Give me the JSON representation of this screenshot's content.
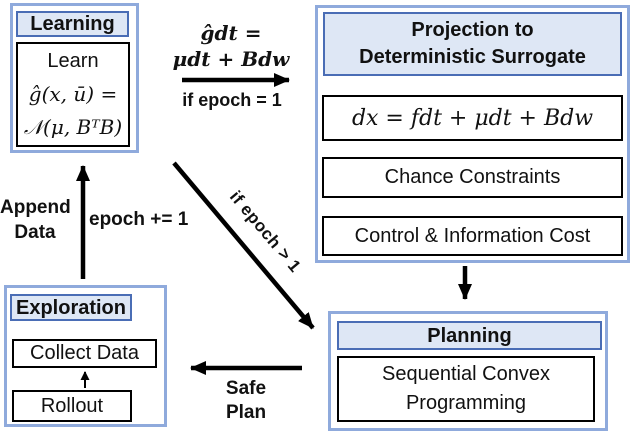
{
  "colors": {
    "outer_border": "#8FAADC",
    "header_fill": "#DEE7F5",
    "header_border": "#4A6DB5",
    "line_black": "#000000",
    "text": "#111111"
  },
  "learning": {
    "title": "Learning",
    "line1": "Learn",
    "line2": "ĝ(x, ū) =",
    "line3": "𝒩(μ, BᵀB)"
  },
  "projection": {
    "title_line1": "Projection to",
    "title_line2": "Deterministic Surrogate",
    "items": [
      "dx = fdt + μdt + Bdw",
      "Chance Constraints",
      "Control & Information Cost"
    ]
  },
  "planning": {
    "title": "Planning",
    "item_line1": "Sequential Convex",
    "item_line2": "Programming"
  },
  "exploration": {
    "title": "Exploration",
    "items": [
      "Collect Data",
      "Rollout"
    ]
  },
  "edges": {
    "learning_to_projection": {
      "equation_line1": "ĝdt =",
      "equation_line2": "μdt + Bdw",
      "condition": "if epoch = 1"
    },
    "learning_to_planning": {
      "condition": "if epoch > 1"
    },
    "exploration_to_learning": {
      "label_line1": "Append",
      "label_line2": "Data",
      "counter": "epoch += 1"
    },
    "planning_to_exploration": {
      "label_line1": "Safe",
      "label_line2": "Plan"
    }
  }
}
